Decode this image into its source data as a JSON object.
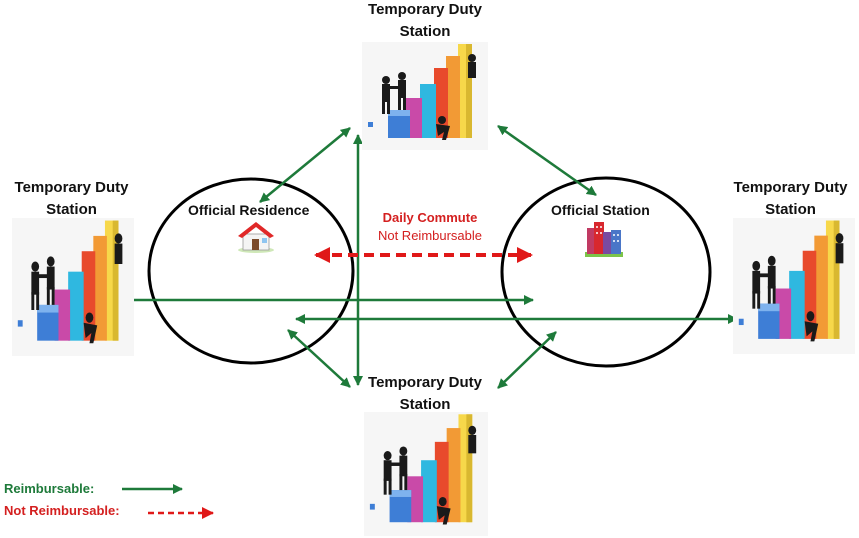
{
  "stations": {
    "top": {
      "line1": "Temporary Duty",
      "line2": "Station"
    },
    "left": {
      "line1": "Temporary Duty",
      "line2": "Station"
    },
    "right": {
      "line1": "Temporary Duty",
      "line2": "Station"
    },
    "bottom": {
      "line1": "Temporary Duty",
      "line2": "Station"
    }
  },
  "official_residence": "Official Residence",
  "official_station": "Official Station",
  "commute": {
    "title": "Daily Commute",
    "note": "Not Reimbursable"
  },
  "legend": {
    "reimbursable": "Reimbursable:",
    "not_reimbursable": "Not Reimbursable:"
  },
  "colors": {
    "reimbursable": "#1e7a3a",
    "not_reimbursable": "#e01818",
    "circle": "#000000"
  },
  "icons": [
    "people-climbing-blocks-icon",
    "house-icon",
    "office-buildings-icon"
  ]
}
